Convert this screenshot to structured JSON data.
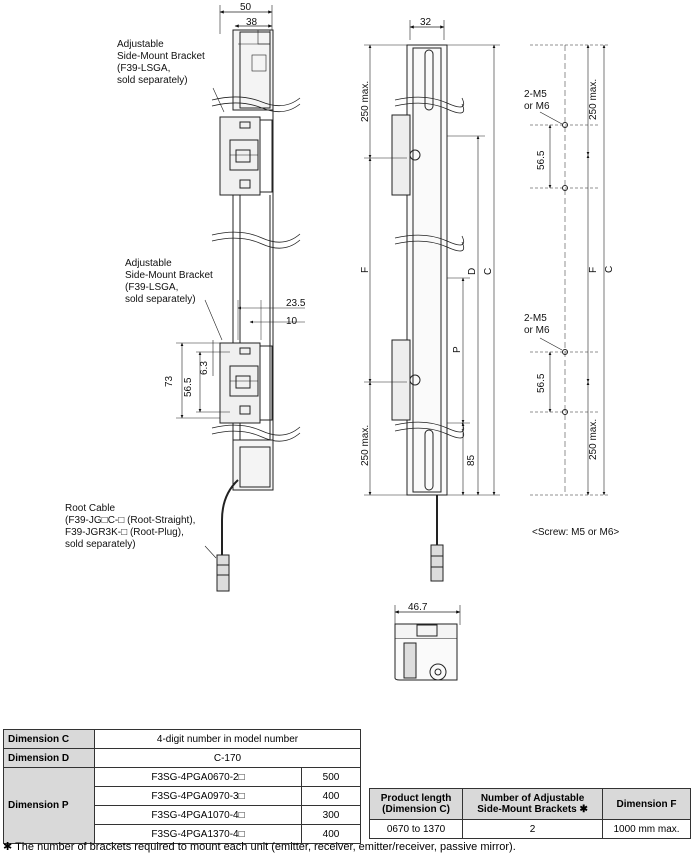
{
  "callouts": {
    "bracket_top": [
      "Adjustable",
      "Side-Mount Bracket",
      "(F39-LSGA,",
      "sold separately)"
    ],
    "bracket_mid": [
      "Adjustable",
      "Side-Mount Bracket",
      "(F39-LSGA,",
      "sold separately)"
    ],
    "root_cable": [
      "Root Cable",
      "(F39-JG□C-□ (Root-Straight),",
      "F39-JGR3K-□ (Root-Plug),",
      "sold separately)"
    ],
    "screw_top": [
      "2-M5",
      "or M6"
    ],
    "screw_bottom": [
      "2-M5",
      "or M6"
    ],
    "screw_note": "<Screw: M5 or M6>"
  },
  "dims": {
    "d50": "50",
    "d38": "38",
    "d32": "32",
    "d23_5": "23.5",
    "d10": "10",
    "d73": "73",
    "d56_5a": "56.5",
    "d6_3": "6.3",
    "d250_top": "250 max.",
    "d250_bot": "250 max.",
    "dF": "F",
    "dD": "D",
    "dC": "C",
    "dP": "P",
    "d85": "85",
    "d46_7": "46.7",
    "r250_top": "250 max.",
    "r250_bot": "250 max.",
    "r56_5a": "56.5",
    "r56_5b": "56.5",
    "rF": "F",
    "rC": "C"
  },
  "table1": {
    "row_c_label": "Dimension C",
    "row_c_value": "4-digit number in model number",
    "row_d_label": "Dimension D",
    "row_d_value": "C-170",
    "row_p_label": "Dimension P",
    "p_rows": [
      {
        "model": "F3SG-4PGA0670-2□",
        "value": "500"
      },
      {
        "model": "F3SG-4PGA0970-3□",
        "value": "400"
      },
      {
        "model": "F3SG-4PGA1070-4□",
        "value": "300"
      },
      {
        "model": "F3SG-4PGA1370-4□",
        "value": "400"
      }
    ]
  },
  "table2": {
    "h1_a": "Product length",
    "h1_b": "(Dimension C)",
    "h2_a": "Number of Adjustable",
    "h2_b": "Side-Mount Brackets ✱",
    "h3": "Dimension F",
    "v1": "0670 to 1370",
    "v2": "2",
    "v3": "1000 mm max."
  },
  "footnote": "✱ The number of brackets required to mount each unit (emitter, receiver, emitter/receiver, passive mirror)."
}
